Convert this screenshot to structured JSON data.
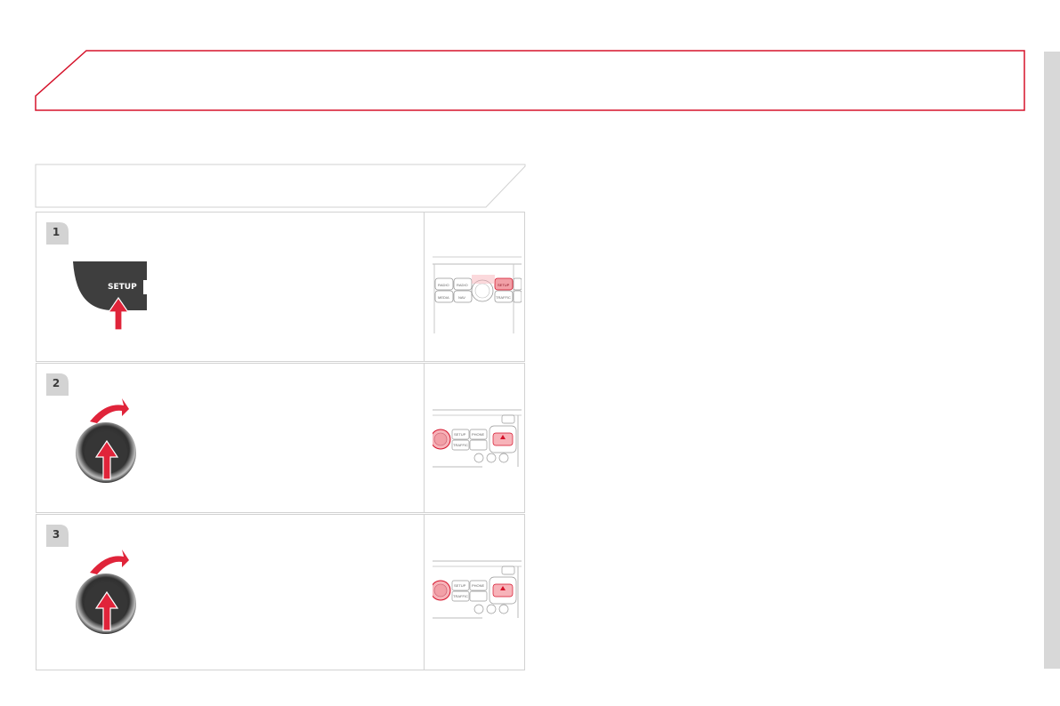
{
  "steps": [
    {
      "number": "1",
      "icon": "setup-button-icon",
      "thumbnail": "control-panel-setup-highlight"
    },
    {
      "number": "2",
      "icon": "rotary-dial-turn-press-icon",
      "thumbnail": "control-panel-dial-highlight"
    },
    {
      "number": "3",
      "icon": "rotary-dial-turn-press-icon",
      "thumbnail": "control-panel-dial-highlight"
    }
  ],
  "setup_button": {
    "label": "SETUP"
  },
  "panel_buttons": {
    "radio": "RADIO",
    "media": "MEDIA",
    "nav": "NAV",
    "setup": "SETUP",
    "phone": "PHONE",
    "traffic": "TRAFFIC"
  },
  "colors": {
    "accent_red": "#d5132b",
    "arrow_red": "#e0243a",
    "panel_grey": "#3c3c3c",
    "border_grey": "#d2d2d2",
    "side_tab": "#d8d8d8"
  }
}
